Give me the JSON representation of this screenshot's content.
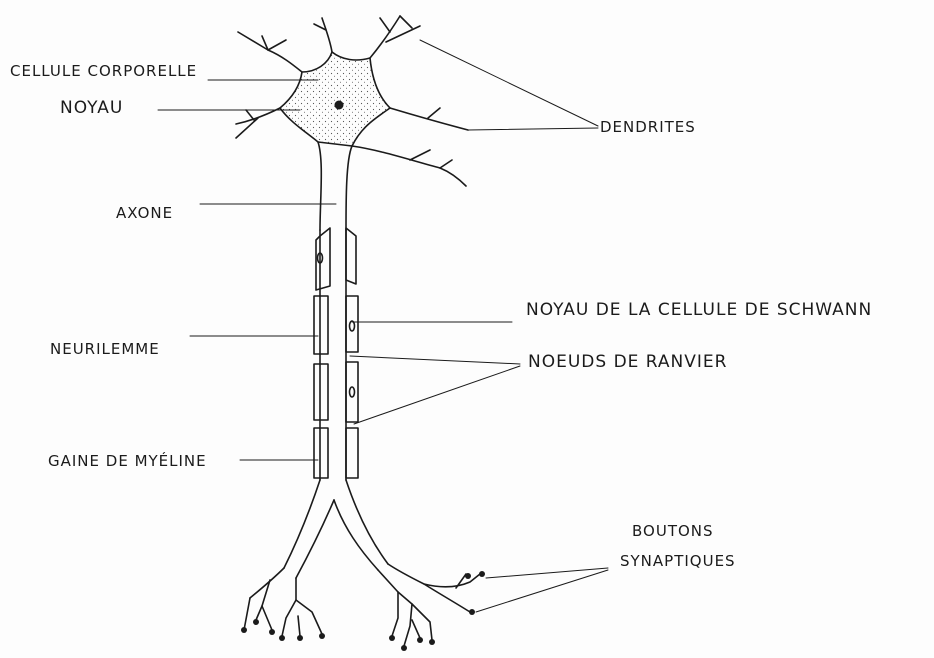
{
  "labels": {
    "cell_body": "Cellule corporelle",
    "nucleus": "Noyau",
    "axon": "Axone",
    "neurilemma": "Neurilemme",
    "myelin_sheath": "Gaine de myéline",
    "dendrites": "Dendrites",
    "schwann_nucleus": "Noyau de la cellule de Schwann",
    "ranvier_nodes": "Noeuds de Ranvier",
    "synaptic_buttons_line1": "Boutons",
    "synaptic_buttons_line2": "Synaptiques"
  },
  "colors": {
    "ink": "#1b1b1b",
    "paper": "#fdfdfd"
  }
}
